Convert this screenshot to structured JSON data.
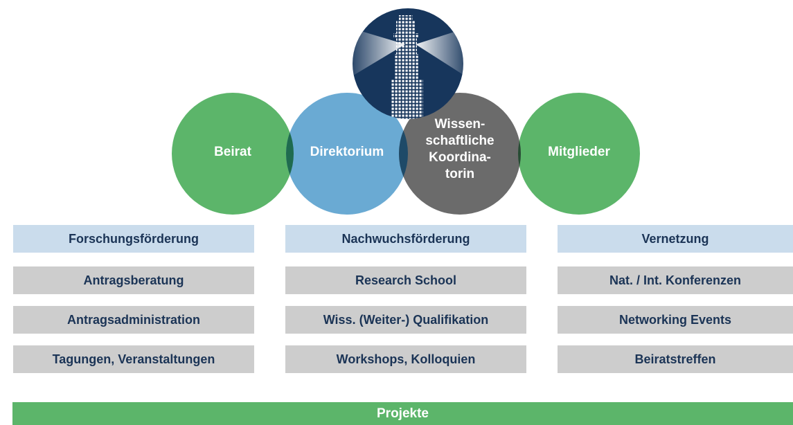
{
  "circles": {
    "beirat": "Beirat",
    "direktorium": "Direktorium",
    "koordinatorin_lines": [
      "Wissen-",
      "schaftliche",
      "Koordina-",
      "torin"
    ],
    "mitglieder": "Mitglieder"
  },
  "columns": [
    {
      "heading": "Forschungsförderung",
      "items": [
        "Antragsberatung",
        "Antragsadministration",
        "Tagungen, Veranstaltungen"
      ]
    },
    {
      "heading": "Nachwuchsförderung",
      "items": [
        "Research School",
        "Wiss. (Weiter-) Qualifikation",
        "Workshops, Kolloquien"
      ]
    },
    {
      "heading": "Vernetzung",
      "items": [
        "Nat. / Int. Konferenzen",
        "Networking Events",
        "Beiratstreffen"
      ]
    }
  ],
  "footer": {
    "label": "Projekte"
  },
  "colors": {
    "green": "#5cb56a",
    "blue": "#6aaad3",
    "gray": "#6b6b6b",
    "navy": "#17365c",
    "overlap_green_blue": "#1f6b4f",
    "overlap_gray_green": "#264c33",
    "heading_bg": "#cadcec",
    "item_bg": "#cdcdcd",
    "text_dark": "#1b3456"
  },
  "icons": [
    "lighthouse-icon"
  ]
}
